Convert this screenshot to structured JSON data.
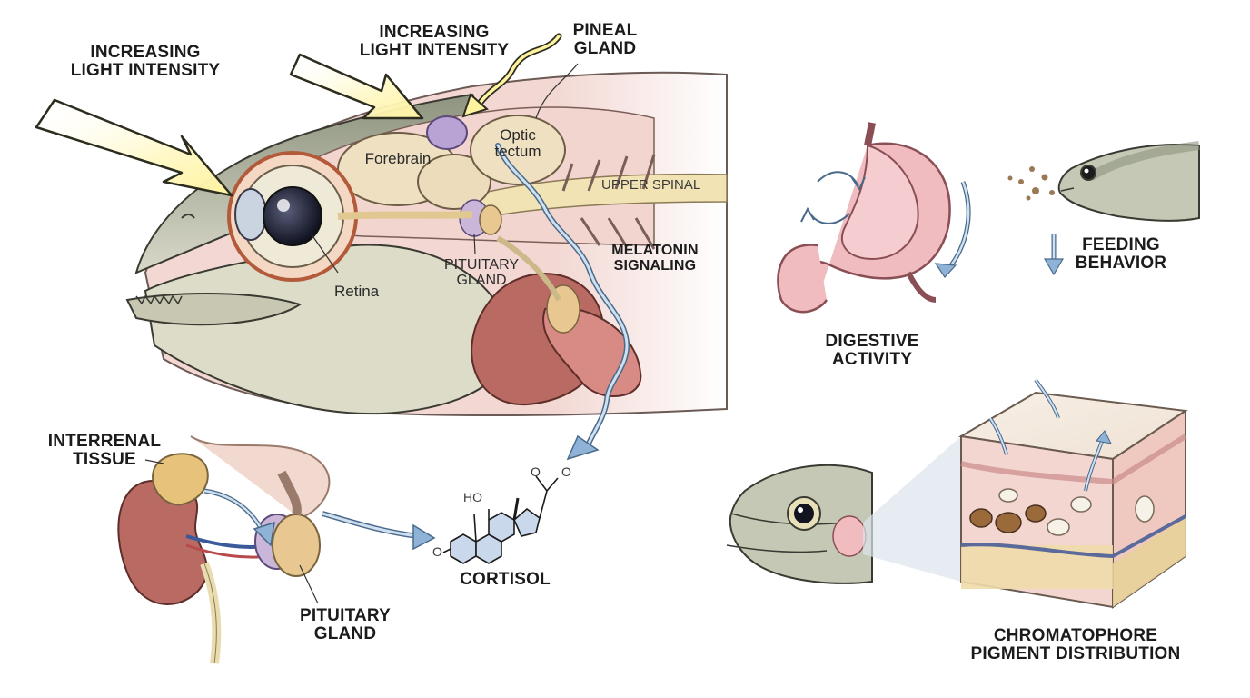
{
  "labels": {
    "light_intensity_left": [
      "INCREASING",
      "LIGHT INTENSITY"
    ],
    "light_intensity_top": [
      "INCREASING",
      "LIGHT INTENSITY"
    ],
    "pineal_gland": [
      "PINEAL",
      "GLAND"
    ],
    "optic_tectum": [
      "Optic",
      "tectum"
    ],
    "forebrain": "Forebrain",
    "upper_spinal": "UPPER SPINAL",
    "melatonin_signaling": [
      "MELATONIN",
      "SIGNALING"
    ],
    "pituitary_gland_head": [
      "PITUITARY",
      "GLAND"
    ],
    "retina": "Retina",
    "interrenal_tissue": [
      "INTERRENAL",
      "TISSUE"
    ],
    "pituitary_gland_bottom": [
      "PITUITARY",
      "GLAND"
    ],
    "cortisol": "CORTISOL",
    "digestive_activity": [
      "DIGESTIVE",
      "ACTIVITY"
    ],
    "feeding_behavior": [
      "FEEDING",
      "BEHAVIOR"
    ],
    "chromatophore": [
      "CHROMATOPHORE",
      "PIGMENT DISTRIBUTION"
    ]
  },
  "molecule_labels": {
    "ho": "HO",
    "o_ring": "O",
    "o_keto": "O",
    "o_side": "O"
  },
  "colors": {
    "light_beam": "#fff6b0",
    "fish_skin": "#a9ad97",
    "flesh": "#f1d3cf",
    "brain": "#efe2c6",
    "pineal": "#b9a2d4",
    "signal_arrow": "#8fb3d6",
    "kidney": "#b86a63",
    "stomach": "#f0bcc0"
  },
  "icons": [
    "light-arrow-icon",
    "signal-arrow-icon",
    "cycle-arrows-icon",
    "down-arrow-icon"
  ]
}
